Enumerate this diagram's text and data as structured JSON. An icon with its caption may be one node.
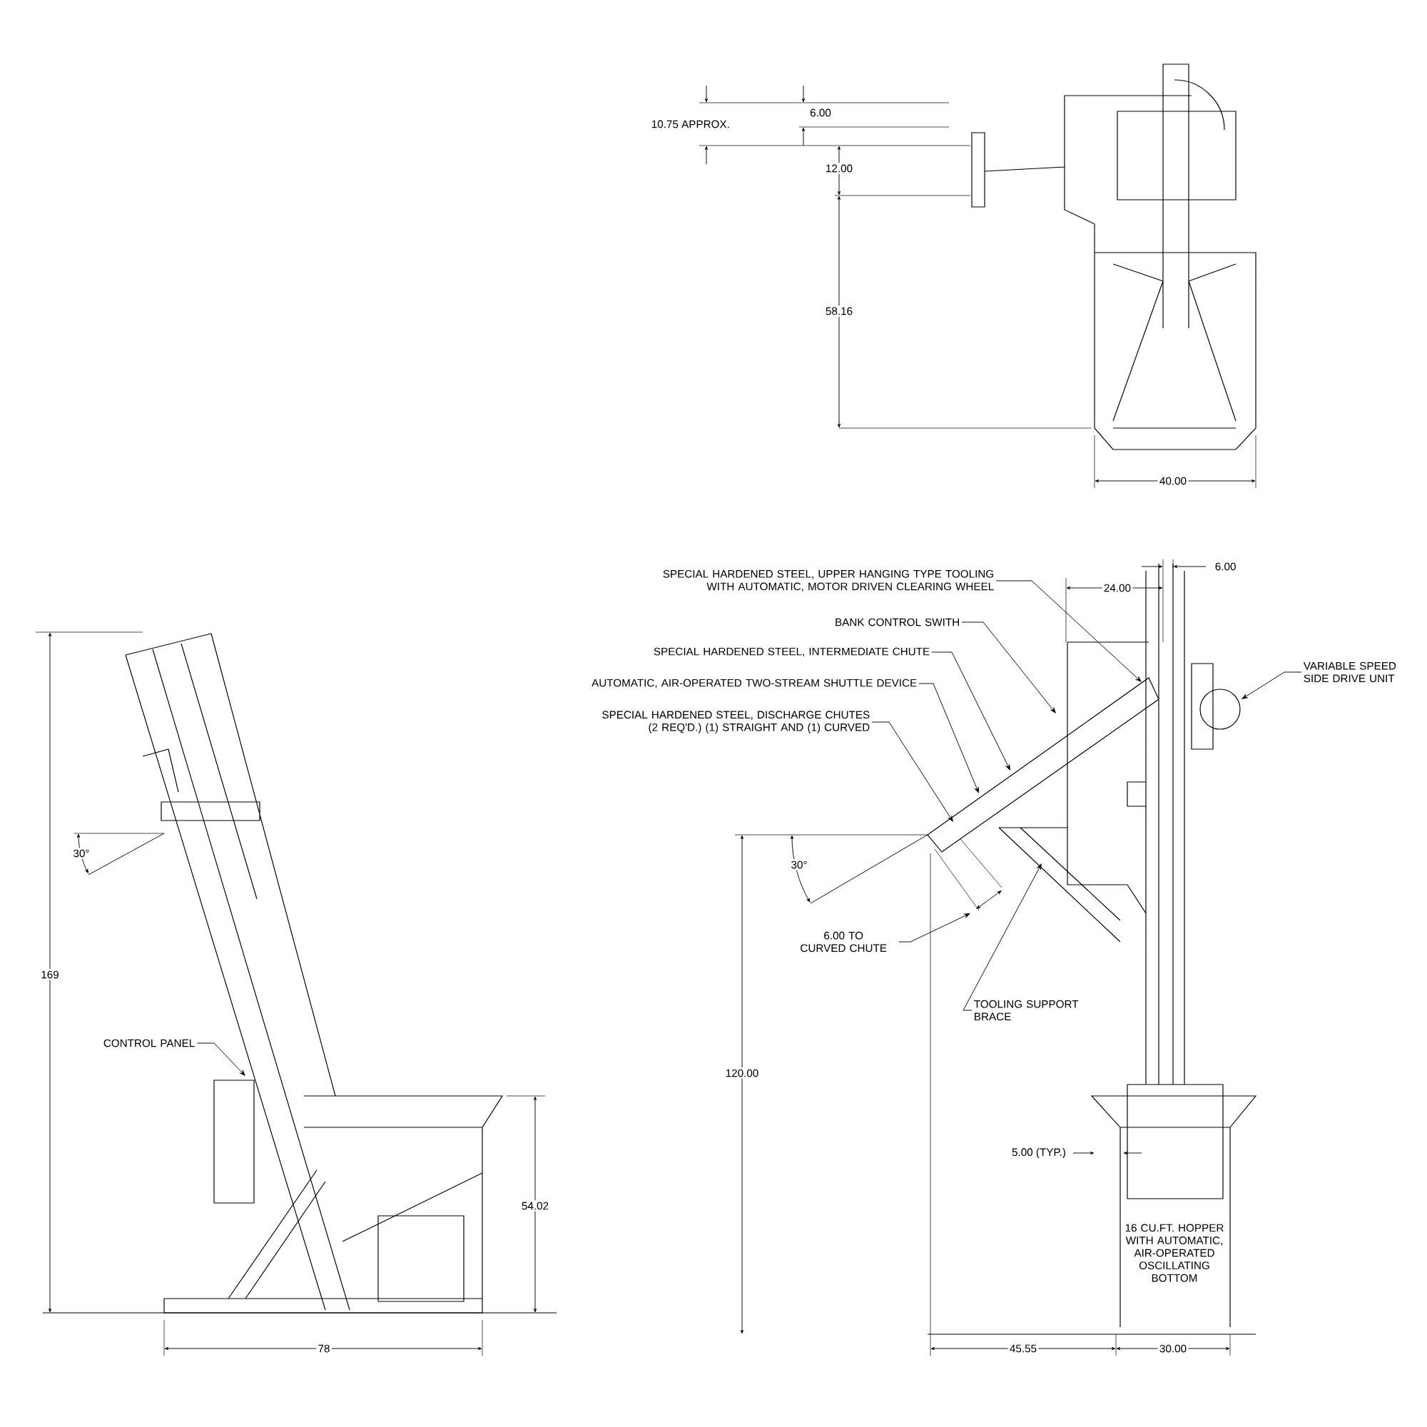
{
  "diagram": {
    "nodes": [
      {
        "text": [
          "SPECIAL HARDENED STEEL, UPPER HANGING TYPE TOOLING WITH AUTOMATIC, MOTOR DRIVEN CLEARING WHEEL"
        ]
      },
      {
        "text": [
          "BANK CONTROL SWITH"
        ]
      },
      {
        "text": [
          "SPECIAL HARDENED STEEL, INTERMEDIATE CHUTE"
        ]
      },
      {
        "text": [
          "AUTOMATIC, AIR-OPERATED TWO-STREAM SHUTTLE DEVICE"
        ]
      },
      {
        "text": [
          "SPECIAL HARDENED STEEL, DISCHARGE CHUTES (2 REQ'D.) (1) STRAIGHT AND (1) CURVED"
        ]
      },
      {
        "text": [
          "VARIABLE SPEED SIDE DRIVE UNIT"
        ]
      },
      {
        "text": [
          "TOOLING SUPPORT BRACE"
        ]
      },
      {
        "text": [
          "CONTROL PANEL"
        ]
      },
      {
        "text": [
          "6.00 TO CURVED CHUTE"
        ]
      }
    ],
    "edges": [
      {
        "from": 0,
        "to": null,
        "arrow": "to"
      },
      {
        "from": 1,
        "to": null,
        "arrow": "to"
      },
      {
        "from": 2,
        "to": null,
        "arrow": "to"
      },
      {
        "from": 3,
        "to": null,
        "arrow": "to"
      },
      {
        "from": 4,
        "to": null,
        "arrow": "to"
      },
      {
        "from": 5,
        "to": null,
        "arrow": "to"
      },
      {
        "from": 6,
        "to": null,
        "arrow": "to"
      },
      {
        "from": 7,
        "to": null,
        "arrow": "to"
      },
      {
        "from": 8,
        "to": null,
        "arrow": "to"
      }
    ],
    "labels": [
      "10.75 APPROX.",
      "6.00",
      "12.00",
      "58.16",
      "40.00",
      "24.00",
      "6.00",
      "30°",
      "30°",
      "169",
      "120.00",
      "5.00 (TYP.)",
      "16 CU.FT. HOPPER WITH AUTOMATIC, AIR-OPERATED OSCILLATING BOTTOM",
      "54.02",
      "78",
      "45.55",
      "30.00"
    ]
  }
}
